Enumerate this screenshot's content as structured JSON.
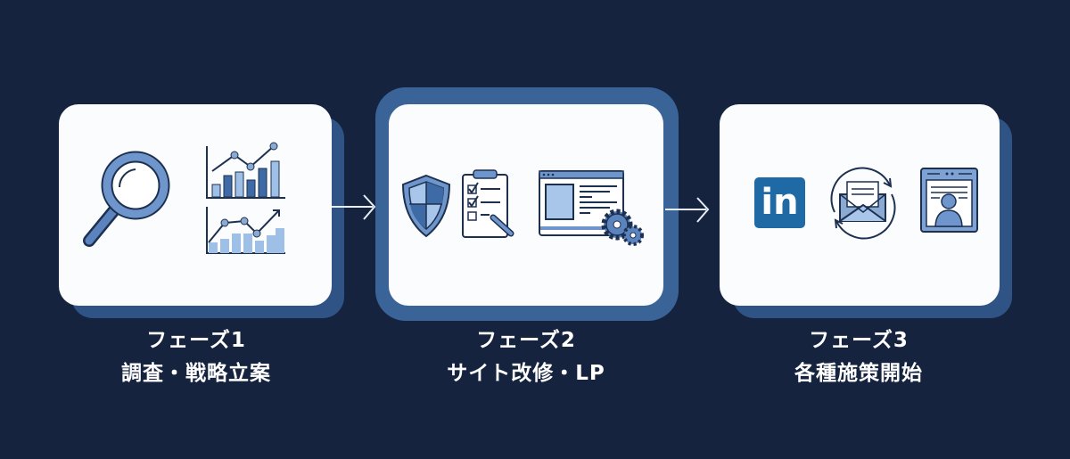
{
  "phases": [
    {
      "title": "フェーズ1",
      "subtitle": "調査・戦略立案",
      "icons": [
        "magnifier-icon",
        "bar-line-chart-icon",
        "area-line-chart-icon"
      ]
    },
    {
      "title": "フェーズ2",
      "subtitle": "サイト改修・LP",
      "icons": [
        "shield-icon",
        "checklist-icon",
        "browser-gear-icon"
      ]
    },
    {
      "title": "フェーズ3",
      "subtitle": "各種施策開始",
      "icons": [
        "linkedin-icon",
        "email-cycle-icon",
        "profile-page-icon"
      ]
    }
  ],
  "linkedin_text": "in",
  "colors": {
    "background": "#15233f",
    "accent": "#3a6397",
    "icon_fill": "#5b84bf",
    "icon_light": "#9fc0e6",
    "linkedin": "#1f6aa5"
  }
}
